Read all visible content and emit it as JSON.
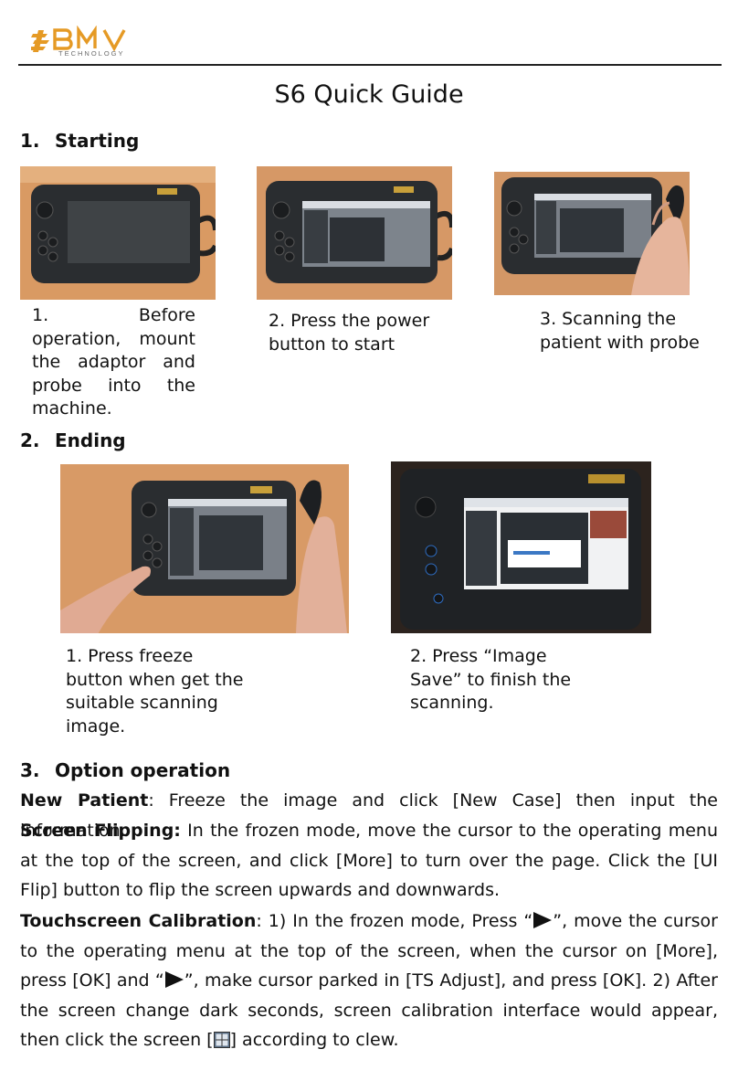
{
  "header": {
    "logo_text": "BMV",
    "logo_subtext": "TECHNOLOGY",
    "title": "S6 Quick Guide"
  },
  "sections": {
    "starting": {
      "number": "1.",
      "title": "Starting",
      "steps": [
        {
          "caption": "1. Before operation, mount the adaptor and probe into the machine."
        },
        {
          "caption": "2. Press the power button to start"
        },
        {
          "caption": "3. Scanning the patient with probe"
        }
      ]
    },
    "ending": {
      "number": "2.",
      "title": "Ending",
      "steps": [
        {
          "caption": "1. Press freeze button when get the suitable scanning image."
        },
        {
          "caption": "2. Press “Image Save” to finish the scanning."
        }
      ]
    },
    "option": {
      "number": "3.",
      "title": "Option operation",
      "new_patient_label": "New Patient",
      "new_patient_text": ": Freeze the image and click [New Case] then input the information.",
      "screen_flip_label": "Screen Flipping:",
      "screen_flip_text": " In the frozen mode, move the cursor to the operating menu at the top of the screen, and click [More] to turn over the page. Click the [UI Flip] button to flip the screen upwards and downwards.",
      "calib_label": "Touchscreen Calibration",
      "calib_text_1": ": 1) In the frozen mode, Press “",
      "calib_text_2": "”, move the cursor to the operating menu at the top of the screen, when the cursor on [More], press [OK] and “",
      "calib_text_3": "”, make cursor parked in [TS Adjust], and press [OK]. 2) After the screen change dark seconds, screen calibration interface would appear, then click the screen [",
      "calib_text_4": "] according to clew."
    }
  },
  "icons": {
    "arrow": "play-triangle-icon",
    "calibration_target": "calibration-grid-icon"
  },
  "colors": {
    "logo_orange": "#e59a25",
    "logo_gray": "#6b6b6b",
    "device_body": "#2a2d30",
    "table_wood": "#d99a63"
  }
}
